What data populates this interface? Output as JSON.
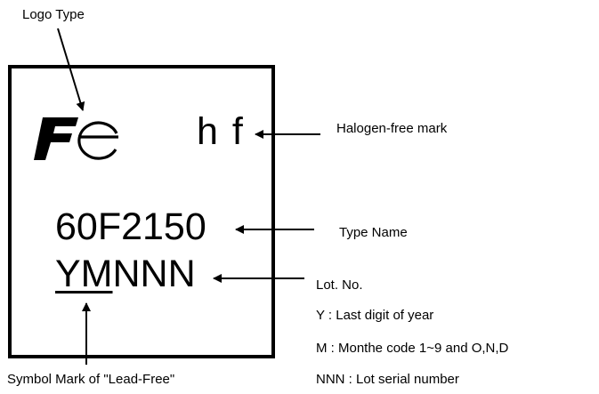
{
  "labels": {
    "logo_type": "Logo Type",
    "halogen_free": "Halogen-free mark",
    "type_name": "Type Name",
    "lot_no": "Lot. No.",
    "lot_y": "Y : Last digit of year",
    "lot_m": "M : Monthe code 1~9 and O,N,D",
    "lot_nnn": "NNN : Lot serial number",
    "lead_free": "Symbol Mark of \"Lead-Free\""
  },
  "marking": {
    "logo_text": "Fe",
    "halogen_mark": "h f",
    "type_name": "60F2150",
    "lot_underlined": "YM",
    "lot_serial": "NNN"
  },
  "colors": {
    "ink": "#000000",
    "background": "#ffffff"
  }
}
